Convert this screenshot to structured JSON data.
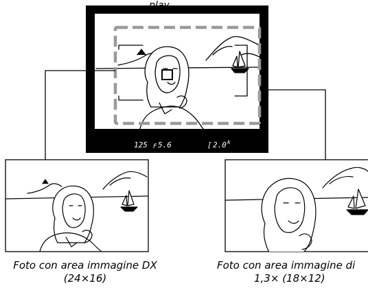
{
  "header": {
    "partial_text": "play"
  },
  "viewfinder": {
    "info_bar": {
      "shutter": "125",
      "aperture_prefix": "F",
      "aperture": "5.6",
      "bracket": "[",
      "shots": "2.0",
      "shots_unit": "k"
    }
  },
  "captions": {
    "left_line1": "Foto con area immagine DX",
    "left_line2": "(24×16)",
    "right_line1": "Foto con area immagine di",
    "right_line2": "1,3× (18×12)"
  },
  "colors": {
    "frame": "#000000",
    "crop_dash": "#9a9a9a",
    "lcd_text": "#ffffff"
  }
}
